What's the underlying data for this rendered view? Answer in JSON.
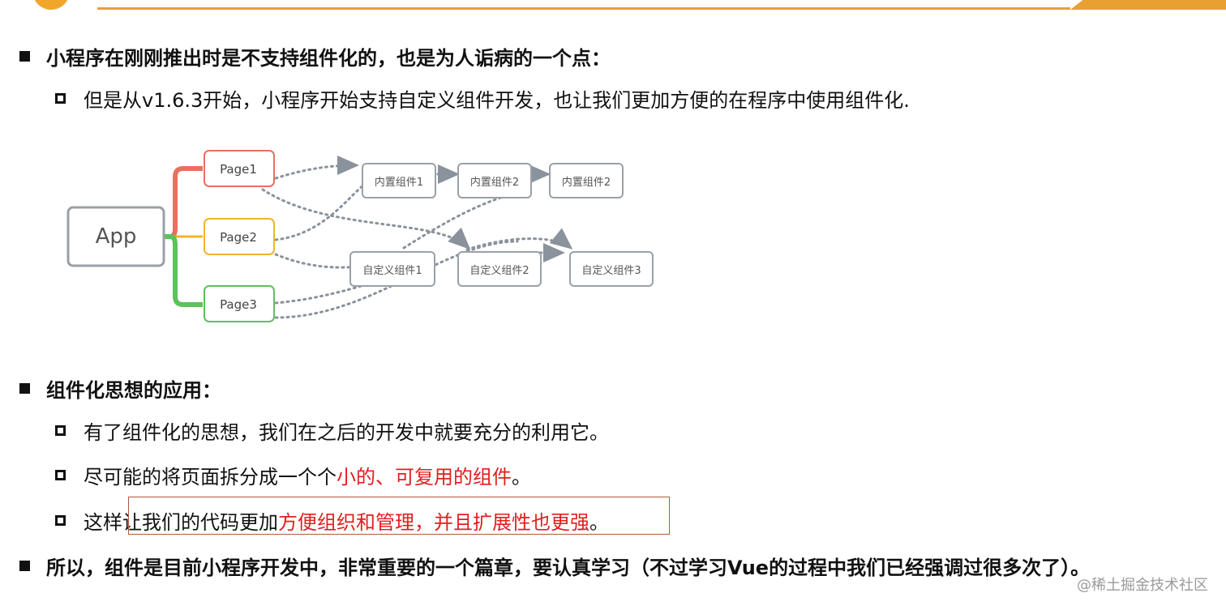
{
  "bullets": {
    "b1": "小程序在刚刚推出时是不支持组件化的，也是为人诟病的一个点：",
    "b1_sub": "但是从v1.6.3开始，小程序开始支持自定义组件开发，也让我们更加方便的在程序中使用组件化.",
    "b2": "组件化思想的应用：",
    "b2_sub1": "有了组件化的思想，我们在之后的开发中就要充分的利用它。",
    "b2_sub2_a": "尽可能的将页面拆分成一个个",
    "b2_sub2_b": "小的、可复用的组件",
    "b2_sub2_c": "。",
    "b2_sub3_a": "这样让我们的代码更加",
    "b2_sub3_b": "方便组织和管理，并且扩展性也更强",
    "b2_sub3_c": "。",
    "b3": "所以，组件是目前小程序开发中，非常重要的一个篇章，要认真学习（不过学习Vue的过程中我们已经强调过很多次了）。"
  },
  "diagram": {
    "app": "App",
    "pages": [
      "Page1",
      "Page2",
      "Page3"
    ],
    "builtins": [
      "内置组件1",
      "内置组件2",
      "内置组件2"
    ],
    "customs": [
      "自定义组件1",
      "自定义组件2",
      "自定义组件3"
    ]
  },
  "watermark": "@稀土掘金技术社区",
  "colors": {
    "page1": "#e8705f",
    "page2": "#f0b429",
    "page3": "#5cc25a",
    "box_border": "#9aa0a8",
    "arrow": "#8a929c",
    "highlight": "#e21e1e"
  }
}
